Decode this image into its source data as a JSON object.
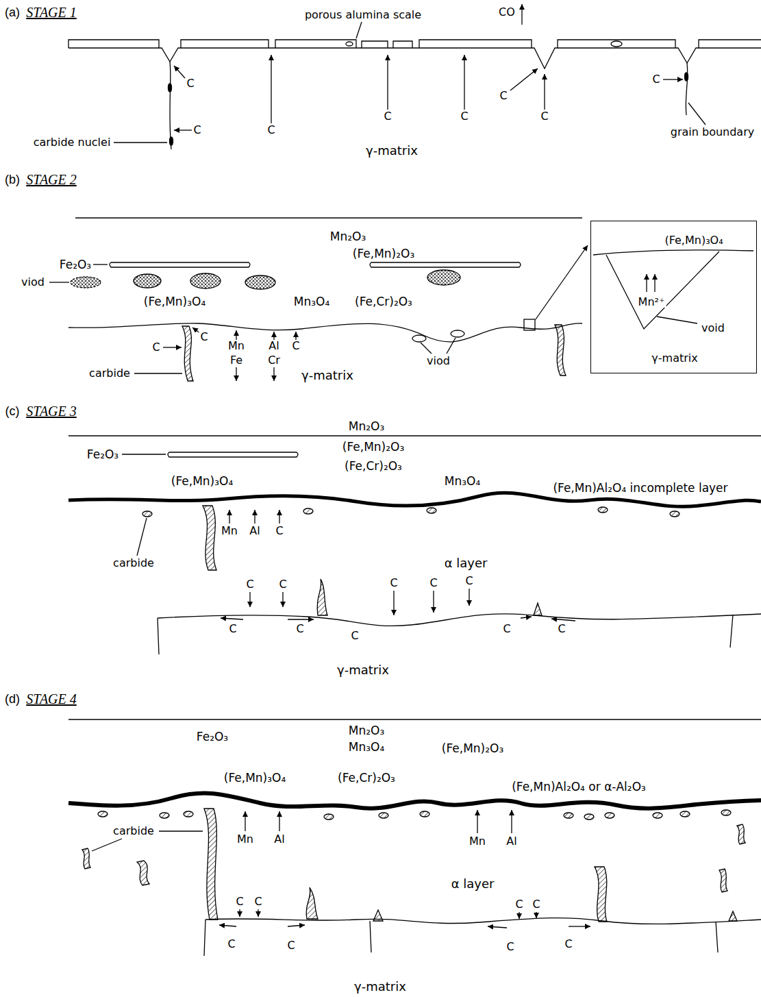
{
  "diagram": {
    "nodes": [
      {
        "text": [
          "(Fe,Mn)₃O₄",
          "Mn²⁺",
          "void",
          "γ-matrix"
        ]
      }
    ],
    "labels": [
      "(a)",
      "STAGE 1",
      "porous alumina scale",
      "CO",
      "C",
      "carbide nuclei",
      "C",
      "C",
      "C",
      "C",
      "C",
      "C",
      "C",
      "grain boundary",
      "γ-matrix",
      "(b)",
      "STAGE 2",
      "Fe₂O₃",
      "Mn₂O₃",
      "(Fe,Mn)₂O₃",
      "viod",
      "(Fe,Mn)₃O₄",
      "Mn₃O₄",
      "(Fe,Cr)₂O₃",
      "C",
      "Mn",
      "Al",
      "C",
      "C",
      "Fe",
      "Cr",
      "carbide",
      "viod",
      "γ-matrix",
      "(c)",
      "STAGE 3",
      "Mn₂O₃",
      "Fe₂O₃",
      "(Fe,Mn)₂O₃",
      "(Fe,Cr)₂O₃",
      "(Fe,Mn)₃O₄",
      "Mn₃O₄",
      "(Fe,Mn)Al₂O₄ incomplete layer",
      "carbide",
      "Mn",
      "Al",
      "C",
      "α layer",
      "C",
      "C",
      "C",
      "C",
      "C",
      "C",
      "C",
      "C",
      "C",
      "C",
      "γ-matrix",
      "(d)",
      "STAGE 4",
      "Fe₂O₃",
      "Mn₂O₃",
      "(Fe,Mn)₂O₃",
      "Mn₃O₄",
      "(Fe,Mn)₃O₄",
      "(Fe,Cr)₂O₃",
      "(Fe,Mn)Al₂O₄ or α-Al₂O₃",
      "carbide",
      "Mn",
      "Al",
      "Mn",
      "Al",
      "α layer",
      "C",
      "C",
      "C",
      "C",
      "C",
      "C",
      "C",
      "C",
      "γ-matrix"
    ]
  }
}
